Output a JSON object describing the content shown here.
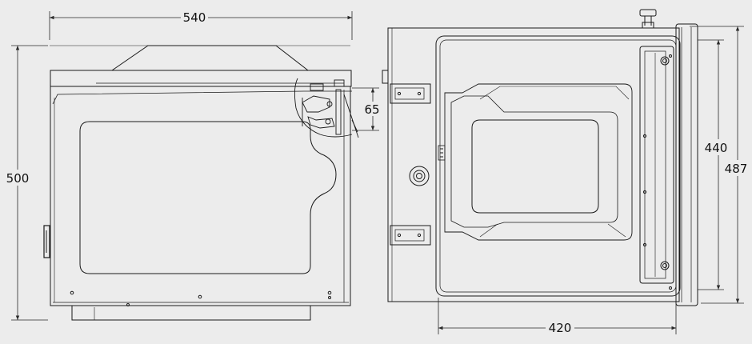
{
  "colors": {
    "background": "#ececec",
    "line": "#1a1a1a",
    "dimension": "#2a2a2a"
  },
  "dimensions": {
    "side_width": "540",
    "side_height": "500",
    "hinge_offset": "65",
    "front_width": "420",
    "front_inner_height": "440",
    "front_height": "487"
  }
}
